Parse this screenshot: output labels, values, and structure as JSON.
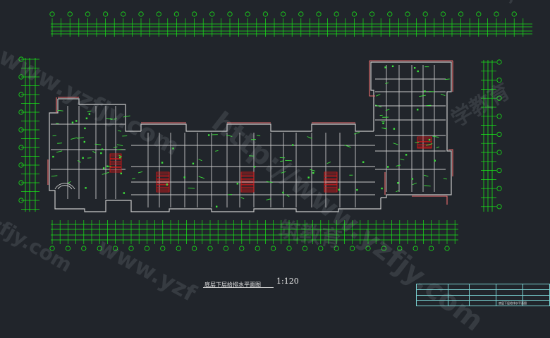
{
  "drawing": {
    "caption": "底层下层给排水平面图",
    "scale": "1:120",
    "titleblock_title": "底层下层给排水平面图"
  },
  "watermarks": [
    "http://www.yzfjy.com",
    "www.yzfjy.com",
    "yzfjy.com",
    "学教育",
    "筑教育",
    "www.yzf"
  ],
  "colors": {
    "background": "#21252b",
    "wall": "#c9c9c9",
    "dimension": "#19e619",
    "pipe": "#f07070",
    "stair": "#e01616",
    "fixture": "#3de23d",
    "titleblock": "#7ad3d3"
  }
}
